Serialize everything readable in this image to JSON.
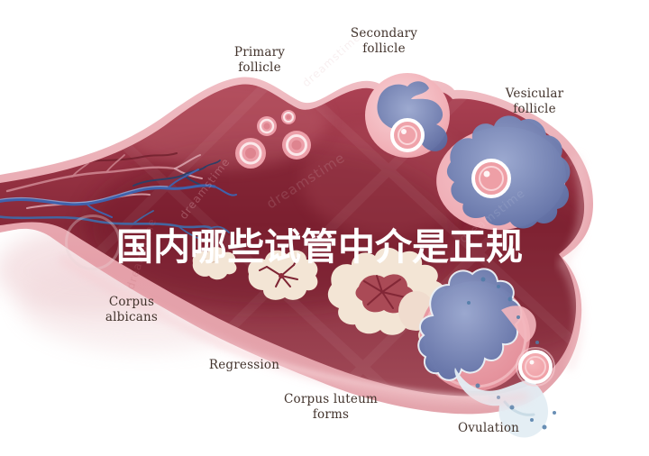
{
  "figure": {
    "type": "medical-illustration",
    "subject": "ovarian-cycle-follicle-development",
    "title_overlay": "国内哪些试管中介是正规",
    "watermark": "dreamstime",
    "labels": {
      "primary": {
        "line1": "Primary",
        "line2": "follicle"
      },
      "secondary": {
        "line1": "Secondary",
        "line2": "follicle"
      },
      "vesicular": {
        "line1": "Vesicular",
        "line2": "follicle"
      },
      "corpus_albicans": {
        "line1": "Corpus",
        "line2": "albicans"
      },
      "regression": {
        "line1": "Regression"
      },
      "corpus_luteum": {
        "line1": "Corpus luteum",
        "line2": "forms"
      },
      "ovulation": {
        "line1": "Ovulation"
      }
    },
    "colors": {
      "background": "#FFFFFF",
      "ovary_rim": "#E9AEB5",
      "ovary_body_dark": "#7E2232",
      "ovary_body_mid": "#A23C4E",
      "follicle_pink": "#F2B4BA",
      "antrum_blue": "#5E6FA5",
      "corpus_cream": "#F3E5D5",
      "corpus_center_red": "#A23848",
      "vessel_blue": "#3F62AC",
      "vessel_pink": "#C97F8B",
      "fluid_blue": "#E3EDF3",
      "label_text": "#42332C",
      "overlay_text": "#FFFFFF"
    }
  }
}
